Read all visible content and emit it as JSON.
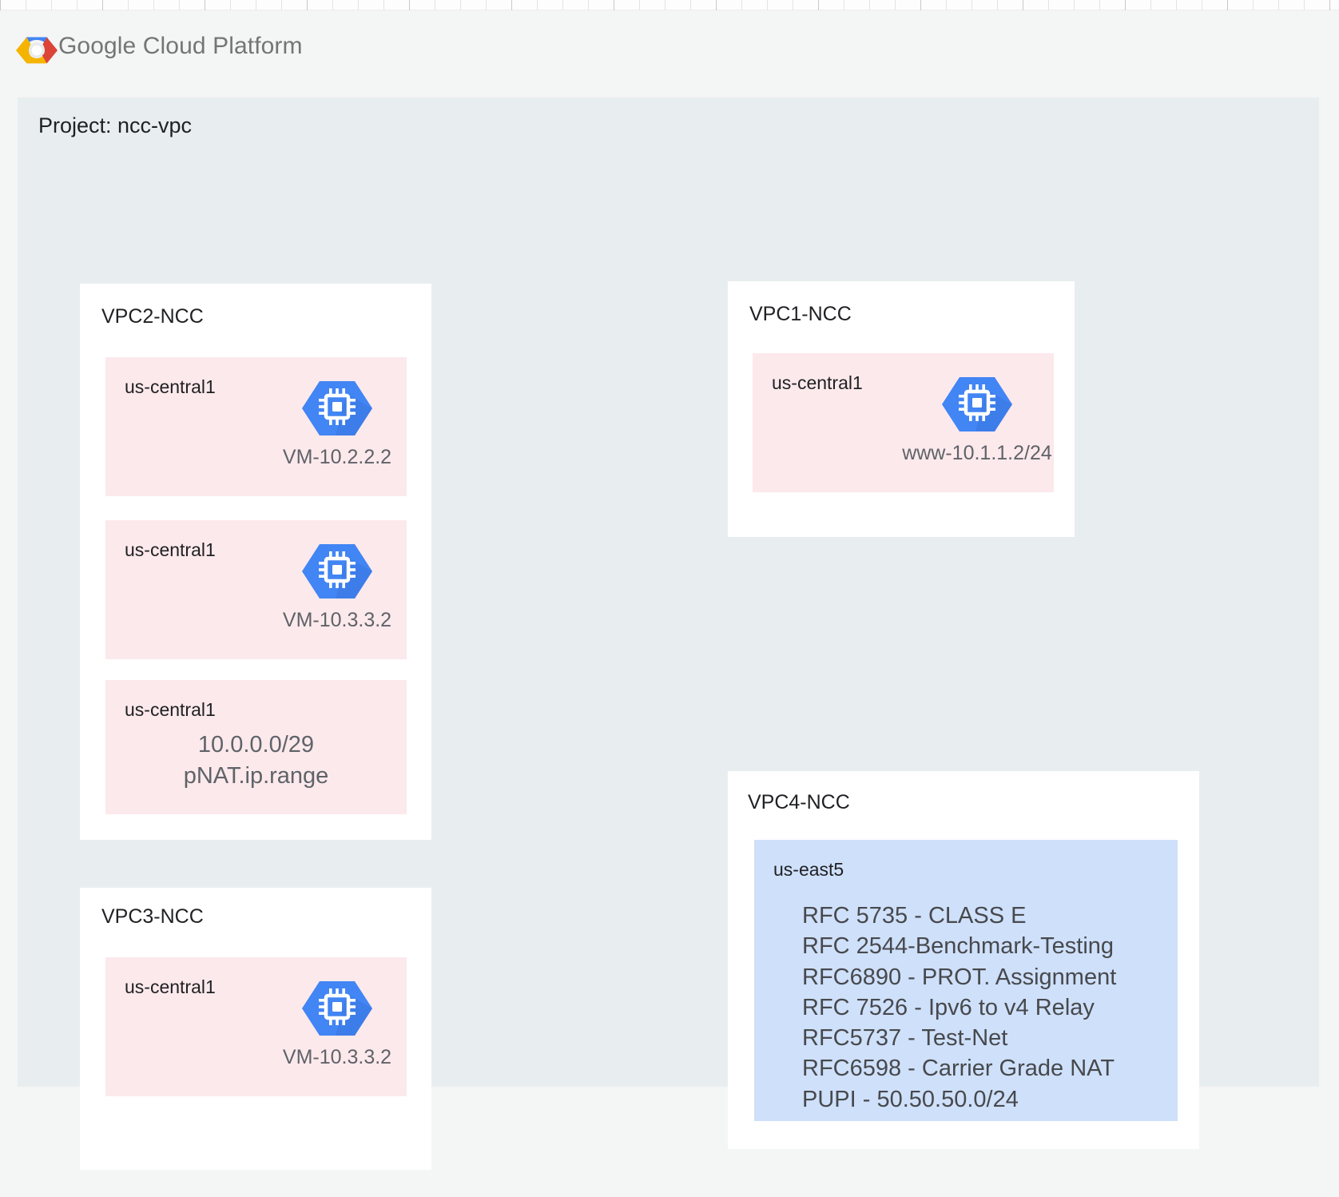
{
  "header": {
    "brand_google": "Google",
    "brand_rest": "Cloud Platform",
    "logo_icon": "gcp-hexagon-logo"
  },
  "project": {
    "label": "Project: ncc-vpc"
  },
  "colors": {
    "page_bg": "#f4f5f5",
    "project_bg": "#e8eef0",
    "card_bg": "#ffffff",
    "region_pink": "#fce9ec",
    "region_blue": "#cfe0fa",
    "vm_icon_blue": "#4285f4",
    "vm_icon_blue_dark": "#3b78e7",
    "title_text": "#202124",
    "muted_text": "#5f6368"
  },
  "vpcs": [
    {
      "id": "vpc2",
      "title": "VPC2-NCC",
      "regions": [
        {
          "label": "us-central1",
          "type": "vm",
          "vm_label": "VM-10.2.2.2",
          "icon": "compute-vm-icon"
        },
        {
          "label": "us-central1",
          "type": "vm",
          "vm_label": "VM-10.3.3.2",
          "icon": "compute-vm-icon"
        },
        {
          "label": "us-central1",
          "type": "cidr",
          "lines": [
            "10.0.0.0/29",
            "pNAT.ip.range"
          ]
        }
      ]
    },
    {
      "id": "vpc1",
      "title": "VPC1-NCC",
      "regions": [
        {
          "label": "us-central1",
          "type": "vm",
          "vm_label": "www-10.1.1.2/24",
          "icon": "compute-vm-icon"
        }
      ]
    },
    {
      "id": "vpc3",
      "title": "VPC3-NCC",
      "regions": [
        {
          "label": "us-central1",
          "type": "vm",
          "vm_label": "VM-10.3.3.2",
          "icon": "compute-vm-icon"
        }
      ]
    },
    {
      "id": "vpc4",
      "title": "VPC4-NCC",
      "regions": [
        {
          "label": "us-east5",
          "type": "list",
          "lines": [
            "RFC 5735 - CLASS E",
            "RFC 2544-Benchmark-Testing",
            "RFC6890 - PROT. Assignment",
            "RFC 7526 - Ipv6 to v4 Relay",
            "RFC5737 - Test-Net",
            "RFC6598 - Carrier Grade NAT",
            "PUPI - 50.50.50.0/24"
          ]
        }
      ]
    }
  ]
}
